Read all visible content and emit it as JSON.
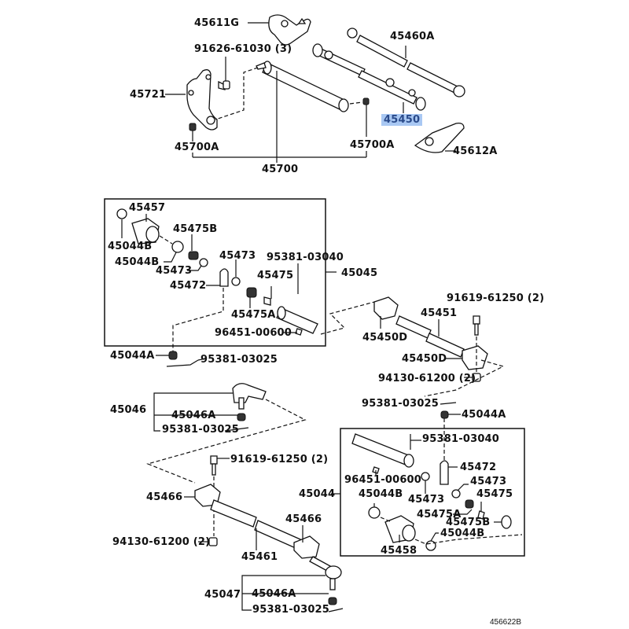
{
  "diagram_code": "456622B",
  "highlight_color": "#a9c8f3",
  "top_assembly": {
    "p45611G": "45611G",
    "p91626": "91626-61030 (3)",
    "p45721": "45721",
    "p45700A_left": "45700A",
    "p45700": "45700",
    "p45700A_right": "45700A",
    "p45460A": "45460A",
    "p45450_selected": "45450",
    "p45612A": "45612A"
  },
  "box_45045": {
    "label": "45045",
    "p45457": "45457",
    "p45044B_a": "45044B",
    "p45475B": "45475B",
    "p45044B_b": "45044B",
    "p45473_a": "45473",
    "p45473_b": "45473",
    "p45472": "45472",
    "p95381_03040": "95381-03040",
    "p45475": "45475",
    "p45475A": "45475A",
    "p96451": "96451-00600"
  },
  "middle": {
    "p45450D_a": "45450D",
    "p45451": "45451",
    "p91619": "91619-61250 (2)",
    "p45450D_b": "45450D",
    "p94130": "94130-61200 (2)",
    "p45044A": "45044A",
    "p95381_a": "95381-03025",
    "p45046": "45046",
    "p45046A": "45046A",
    "p95381_b": "95381-03025",
    "p95381_c": "95381-03025",
    "p45044A_b": "45044A"
  },
  "box_45044": {
    "label": "45044",
    "p95381_03040": "95381-03040",
    "p45472": "45472",
    "p96451": "96451-00600",
    "p45473_a": "45473",
    "p45473_b": "45473",
    "p45044B_a": "45044B",
    "p45475": "45475",
    "p45475A": "45475A",
    "p45475B": "45475B",
    "p45044B_b": "45044B",
    "p45458": "45458"
  },
  "bottom": {
    "p91619": "91619-61250 (2)",
    "p45466_a": "45466",
    "p45466_b": "45466",
    "p94130": "94130-61200 (2)",
    "p45461": "45461",
    "p45047": "45047",
    "p45046A": "45046A",
    "p95381": "95381-03025"
  }
}
